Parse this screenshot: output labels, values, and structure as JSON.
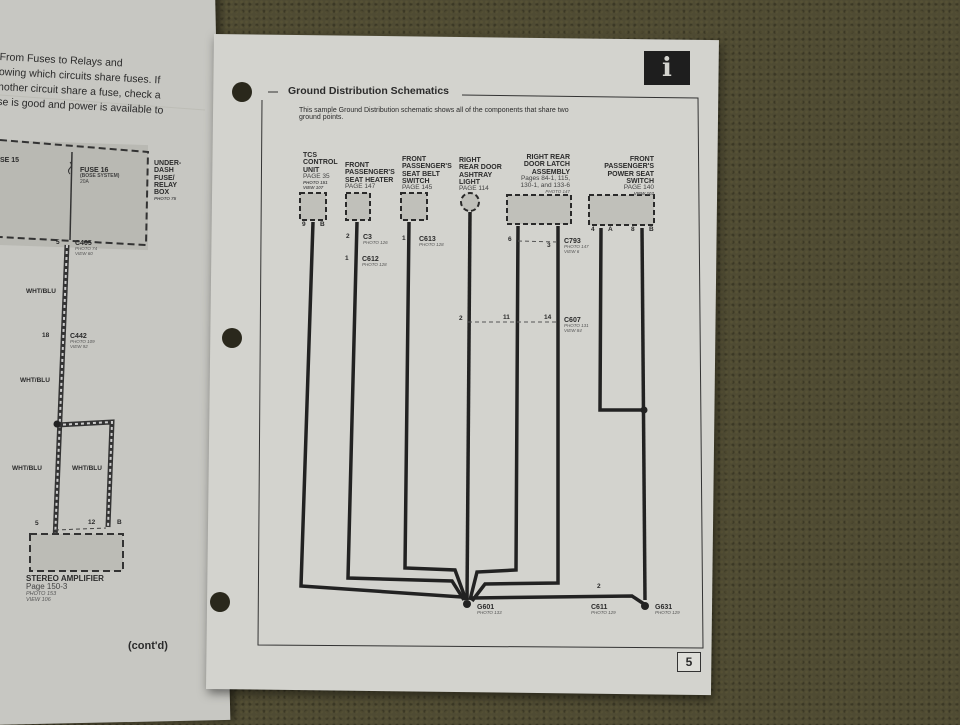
{
  "left_page": {
    "intro_lines": [
      "From Fuses to Relays and",
      "owing which circuits share fuses. If",
      "nother circuit share a fuse, check a",
      "se is good and power is available to"
    ],
    "fuse15": "SE 15",
    "fuse16": {
      "name": "FUSE 16",
      "system": "(BOSE SYSTEM)",
      "rating": "20A"
    },
    "relay_box": {
      "name_lines": [
        "UNDER-",
        "DASH",
        "FUSE/",
        "RELAY",
        "BOX"
      ],
      "photo": "PHOTO 75"
    },
    "c405": {
      "pin": "5",
      "name": "C405",
      "photo": "PHOTO 74",
      "view": "VIEW 60"
    },
    "c442": {
      "pin": "18",
      "name": "C442",
      "photo": "PHOTO 109",
      "view": "VIEW 92"
    },
    "wire_color": "WHT/BLU",
    "amp_pins": {
      "a": "5",
      "b": "12",
      "c": "B"
    },
    "amplifier": {
      "name": "STEREO AMPLIFIER",
      "page": "Page 150-3",
      "photo": "PHOTO 153",
      "view": "VIEW 106"
    },
    "contd": "(cont'd)"
  },
  "right_page": {
    "info_icon": "info-icon",
    "title": "Ground Distribution Schematics",
    "description_lines": [
      "This sample Ground Distribution schematic shows all of the components that share two",
      "ground points."
    ],
    "components": [
      {
        "lines": [
          "TCS",
          "CONTROL",
          "UNIT"
        ],
        "page": "Page 35",
        "photo": "PHOTO 151",
        "view": "VIEW 107",
        "pins": [
          "9",
          "B"
        ]
      },
      {
        "lines": [
          "FRONT",
          "PASSENGER'S",
          "SEAT HEATER"
        ],
        "page": "Page 147"
      },
      {
        "lines": [
          "FRONT",
          "PASSENGER'S",
          "SEAT BELT",
          "SWITCH"
        ],
        "page": "Page 145"
      },
      {
        "lines": [
          "RIGHT",
          "REAR DOOR",
          "ASHTRAY",
          "LIGHT"
        ],
        "page": "Page 114"
      },
      {
        "lines": [
          "RIGHT REAR",
          "DOOR LATCH",
          "ASSEMBLY"
        ],
        "page": "Pages 84-1, 115,",
        "page2": "130-1, and 133-6",
        "photo": "PHOTO 147"
      },
      {
        "lines": [
          "FRONT",
          "PASSENGER'S",
          "POWER SEAT",
          "SWITCH"
        ],
        "page": "Page 140",
        "view": "VIEW 102",
        "pins": [
          "4",
          "A",
          "8",
          "B"
        ]
      }
    ],
    "connectors": {
      "c3": {
        "pin": "2",
        "name": "C3",
        "photo": "PHOTO 126"
      },
      "c612": {
        "pin": "1",
        "name": "C612",
        "photo": "PHOTO 128"
      },
      "c613": {
        "pin": "1",
        "name": "C613",
        "photo": "PHOTO 128"
      },
      "c793": {
        "pin_a": "6",
        "pin_b": "3",
        "name": "C793",
        "photo": "PHOTO 147",
        "view": "VIEW 6"
      },
      "c607": {
        "pin_a": "2",
        "pin_b": "11",
        "pin_c": "14",
        "name": "C607",
        "photo": "PHOTO 131",
        "view": "VIEW 84"
      },
      "c611": {
        "pin": "2",
        "name": "C611",
        "photo": "PHOTO 129"
      }
    },
    "grounds": {
      "g601": {
        "name": "G601",
        "photo": "PHOTO 133"
      },
      "g631": {
        "name": "G631",
        "photo": "PHOTO 129"
      }
    },
    "page_number": "5"
  }
}
